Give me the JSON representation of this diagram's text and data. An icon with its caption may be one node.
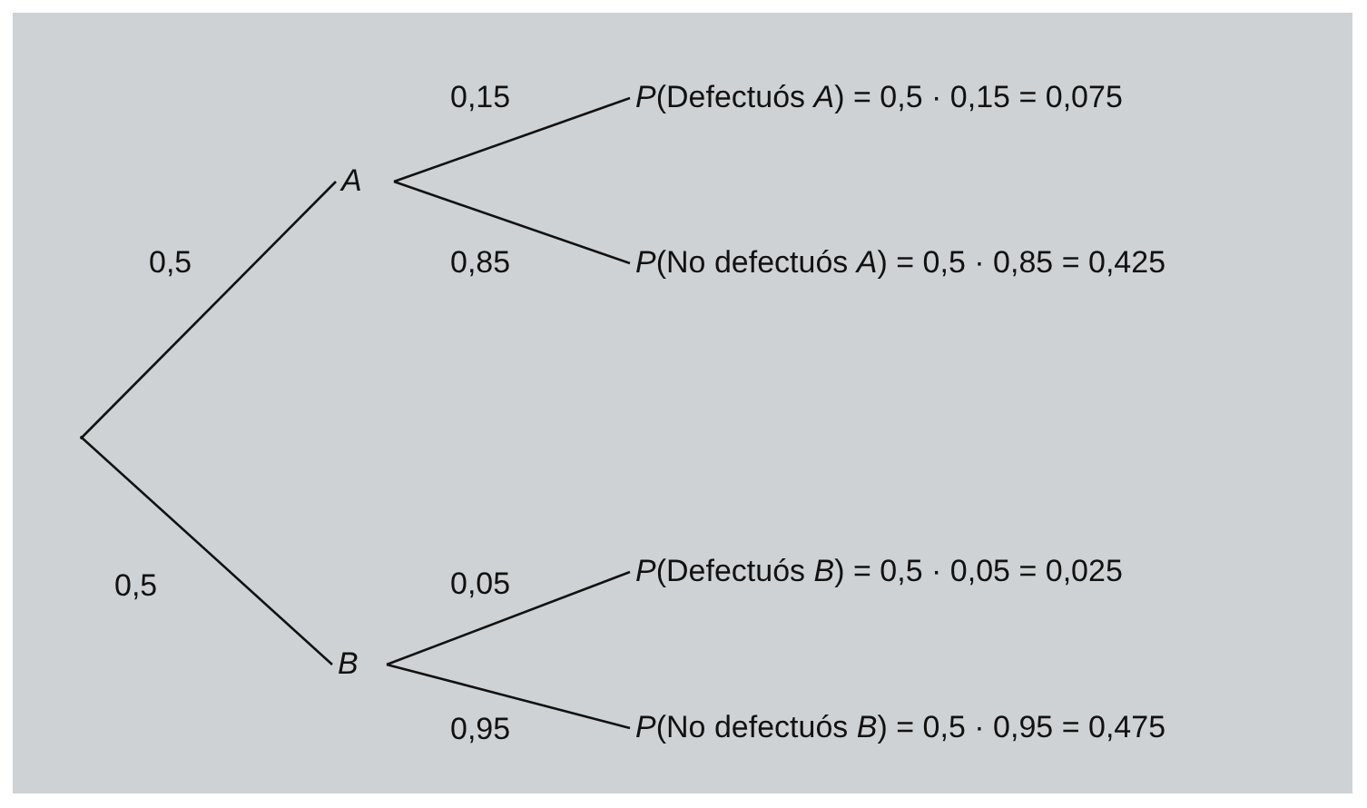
{
  "diagram": {
    "nodes": [
      {
        "text": [],
        "shape": "point"
      },
      {
        "text": [
          "*A*"
        ]
      },
      {
        "text": [
          "*B*"
        ]
      },
      {
        "text": [
          "*P*(Defectuós *A*) = 0,5 · 0,15 = 0,075"
        ]
      },
      {
        "text": [
          "*P*(No defectuós *A*) = 0,5 · 0,85 = 0,425"
        ]
      },
      {
        "text": [
          "*P*(Defectuós *B*) = 0,5 · 0,05 = 0,025"
        ]
      },
      {
        "text": [
          "*P*(No defectuós *B*) = 0,5 · 0,95 = 0,475"
        ]
      }
    ],
    "edges": [
      {
        "from": 0,
        "to": 1,
        "arrow": "none",
        "label": "0,5"
      },
      {
        "from": 0,
        "to": 2,
        "arrow": "none",
        "label": "0,5"
      },
      {
        "from": 1,
        "to": 3,
        "arrow": "none",
        "label": "0,15"
      },
      {
        "from": 1,
        "to": 4,
        "arrow": "none",
        "label": "0,85"
      },
      {
        "from": 2,
        "to": 5,
        "arrow": "none",
        "label": "0,05"
      },
      {
        "from": 2,
        "to": 6,
        "arrow": "none",
        "label": "0,95"
      }
    ]
  }
}
